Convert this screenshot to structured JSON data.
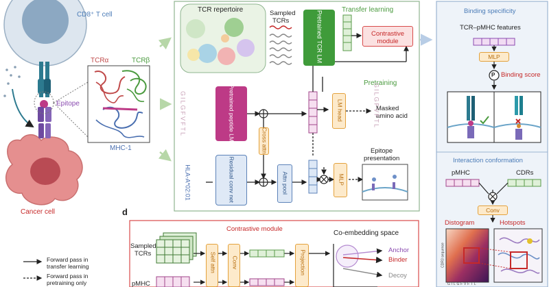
{
  "colors": {
    "panel_border": "#8fb58f",
    "panel_green_fill": "#f2f8ef",
    "tcr_lm": "#3f9b3a",
    "peptide_lm": "#bd3a86",
    "residual": "#dfe9f6",
    "residual_border": "#5c82b8",
    "orange_fill": "#fdeacb",
    "orange_border": "#e3a13c",
    "contrastive_border": "#d84a4a",
    "contrastive_fill": "#fbe1e1",
    "red_text": "#c62828",
    "green_text": "#4a9a3e",
    "blue_text": "#4a7bb7",
    "purple_text": "#8a4bb0",
    "pink_text": "#c83f8a",
    "sequence": "#c9a2b8",
    "tcr_seq": "#c88aa6"
  },
  "left": {
    "cell_label": "CD8⁺ T cell",
    "tcra": "TCRα",
    "tcrb": "TCRβ",
    "epitope": "Epitope",
    "mhc": "MHC-1",
    "cancer": "Cancer cell"
  },
  "legend": {
    "solid": "Forward pass in transfer learning",
    "solid_1": "Forward pass in",
    "solid_2": "transfer learning",
    "dashed_1": "Forward pass in",
    "dashed_2": "pretraining only"
  },
  "center": {
    "tcr_repertoire": "TCR repertoire",
    "sampled_tcrs_1": "Sampled",
    "sampled_tcrs_2": "TCRs",
    "pretrained_tcr": "Pretrained TCR LM",
    "transfer_learning": "Transfer learning",
    "contrastive_1": "Contrastive",
    "contrastive_2": "module",
    "pretraining": "Pretraining",
    "peptide_seq": "GILGFVFTL",
    "peptide_lm": "Pretrained peptide LM",
    "cross_attn": "Cross attn",
    "lm_head": "LM head",
    "masked_1": "Masked",
    "masked_2": "amino acid",
    "out_seq": "GILGFVFTL",
    "hla": "HLA-A*02:01",
    "residual": "Residual conv net",
    "attn_pool": "Attn pool",
    "mlp": "MLP",
    "epitope_pres_1": "Epitope",
    "epitope_pres_2": "presentation"
  },
  "right": {
    "binding_specificity": "Binding specificity",
    "features": "TCR–pMHC features",
    "mlp": "MLP",
    "p_symbol": "P",
    "binding_score": "Binding score",
    "interaction": "Interaction conformation",
    "pmhc": "pMHC",
    "cdrs": "CDRs",
    "conv": "Conv",
    "distogram": "Distogram",
    "hotspots": "Hotspots",
    "dist_axis": "GILGFVFTL",
    "dist_yaxis": "CDR3 sequence"
  },
  "bottom": {
    "panel_letter": "d",
    "contrastive_module": "Contrastive module",
    "sampled_1": "Sampled",
    "sampled_2": "TCRs",
    "pmhc": "pMHC",
    "self_attn": "Self attn",
    "conv": "Conv",
    "projection": "Projection",
    "coembed": "Co-embedding space",
    "anchor": "Anchor",
    "binder": "Binder",
    "decoy": "Decoy"
  }
}
